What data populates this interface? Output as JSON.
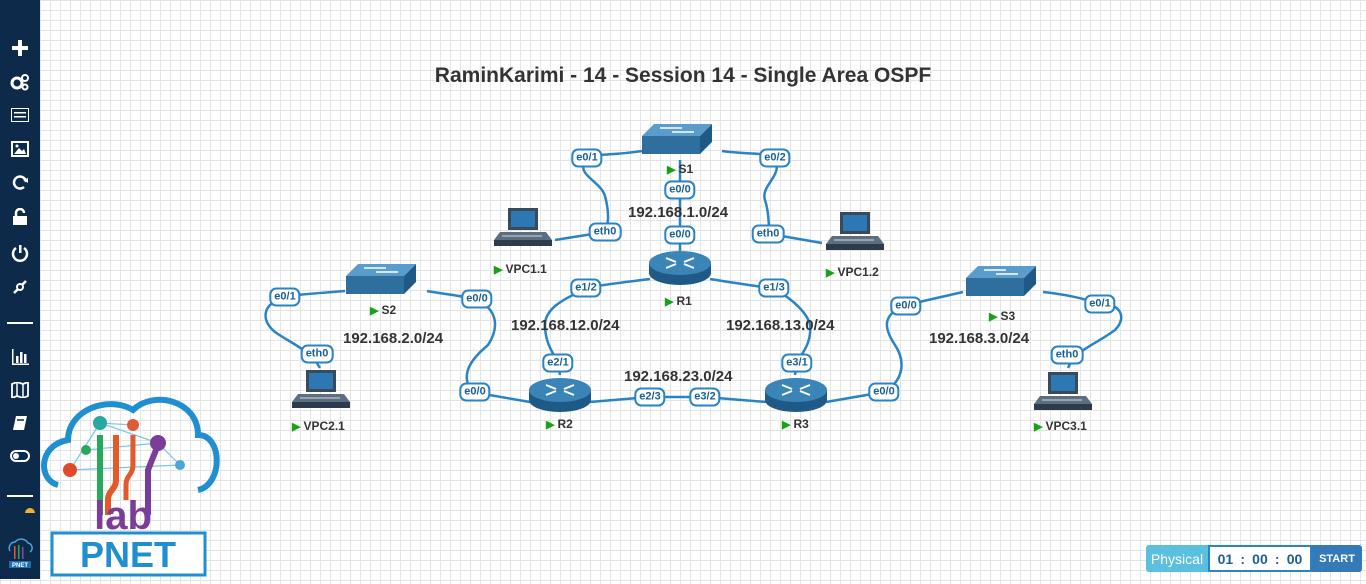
{
  "lab": {
    "title": "RaminKarimi - 14 - Session 14 - Single Area OSPF"
  },
  "sidebar": {
    "items": [
      {
        "icon": "plus-icon"
      },
      {
        "icon": "gears-icon"
      },
      {
        "icon": "list-icon"
      },
      {
        "icon": "image-icon"
      },
      {
        "icon": "refresh-icon"
      },
      {
        "icon": "unlock-icon"
      },
      {
        "icon": "power-icon"
      },
      {
        "icon": "plug-icon"
      },
      {
        "icon": "bar-chart-icon"
      },
      {
        "icon": "map-icon"
      },
      {
        "icon": "book-icon"
      },
      {
        "icon": "toggle-icon"
      }
    ]
  },
  "networks": {
    "n1": "192.168.1.0/24",
    "n2": "192.168.2.0/24",
    "n12": "192.168.12.0/24",
    "n13": "192.168.13.0/24",
    "n23": "192.168.23.0/24",
    "n3": "192.168.3.0/24"
  },
  "nodes": {
    "S1": "S1",
    "S2": "S2",
    "S3": "S3",
    "R1": "R1",
    "R2": "R2",
    "R3": "R3",
    "VPC1_1": "VPC1.1",
    "VPC1_2": "VPC1.2",
    "VPC2_1": "VPC2.1",
    "VPC3_1": "VPC3.1"
  },
  "ports": {
    "s1_e01": "e0/1",
    "s1_e02": "e0/2",
    "s1_e00": "e0/0",
    "vpc11_eth0": "eth0",
    "vpc12_eth0": "eth0",
    "r1_e00": "e0/0",
    "r1_e12": "e1/2",
    "r1_e13": "e1/3",
    "s2_e01": "e0/1",
    "s2_e00": "e0/0",
    "vpc21_eth0": "eth0",
    "r2_e00": "e0/0",
    "r2_e21": "e2/1",
    "r2_e23": "e2/3",
    "r3_e32": "e3/2",
    "r3_e31": "e3/1",
    "r3_e00": "e0/0",
    "s3_e00": "e0/0",
    "s3_e01": "e0/1",
    "vpc31_eth0": "eth0"
  },
  "footer": {
    "mode": "Physical",
    "timer": {
      "hh": "01",
      "mm": "00",
      "ss": "00",
      "sep": ":"
    },
    "start": "START"
  },
  "logo": {
    "word": "lab",
    "brand": "PNET"
  },
  "colors": {
    "sidebar": "#0d2a4a",
    "link": "#2a83c2",
    "port_text": "#1a5f94",
    "router": "#2e6f9e",
    "switch": "#3a7bb0",
    "started": "#19a219"
  }
}
